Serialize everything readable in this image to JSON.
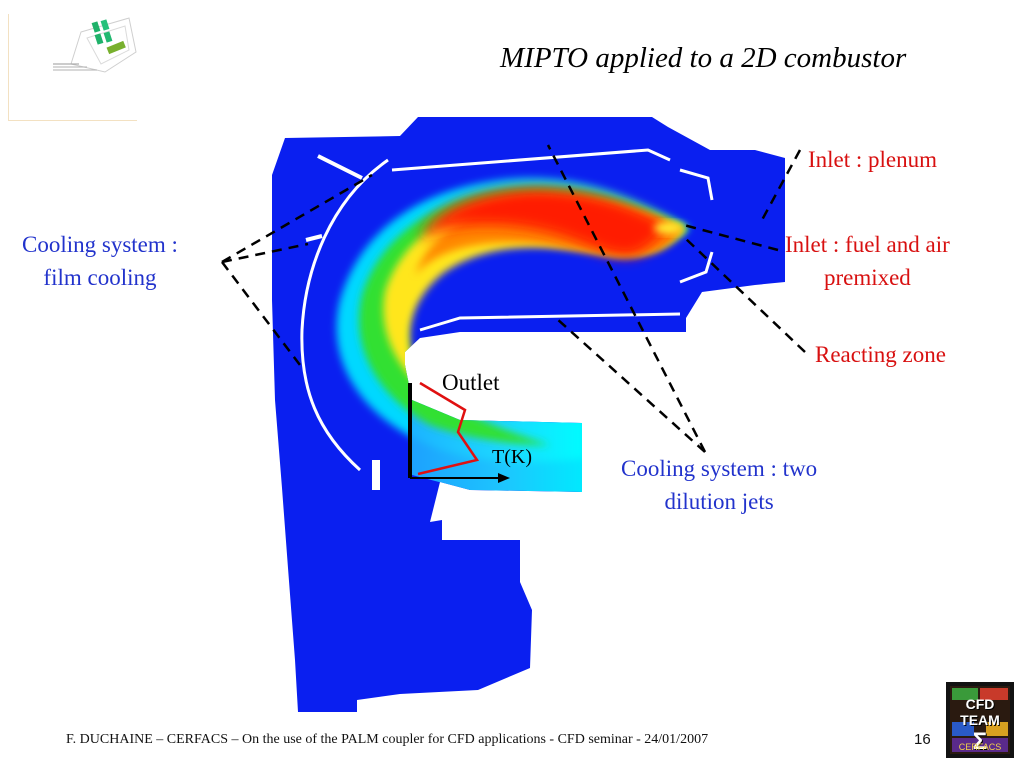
{
  "slide": {
    "title": "MIPTO applied to a 2D combustor",
    "footer": "F. DUCHAINE – CERFACS – On the use of the PALM coupler for CFD applications - CFD seminar - 24/01/2007",
    "page_number": "16"
  },
  "labels": {
    "film_cooling": [
      "Cooling system :",
      "film cooling"
    ],
    "inlet_plenum": "Inlet : plenum",
    "inlet_fuel_air": [
      "Inlet : fuel and air",
      "premixed"
    ],
    "reacting_zone": "Reacting zone",
    "dilution_jets": [
      "Cooling system : two",
      "dilution jets"
    ],
    "outlet": "Outlet",
    "temperature_axis": "T(K)"
  },
  "logo": {
    "text": [
      "CFD TEAM",
      "Σ"
    ],
    "subtext": "CERFACS"
  },
  "colors": {
    "domain_fill": "#0a1ff0",
    "hot_core": "#ff1a00",
    "label_blue": "#2233cc",
    "label_red": "#d81010",
    "profile_line": "#e01010"
  }
}
